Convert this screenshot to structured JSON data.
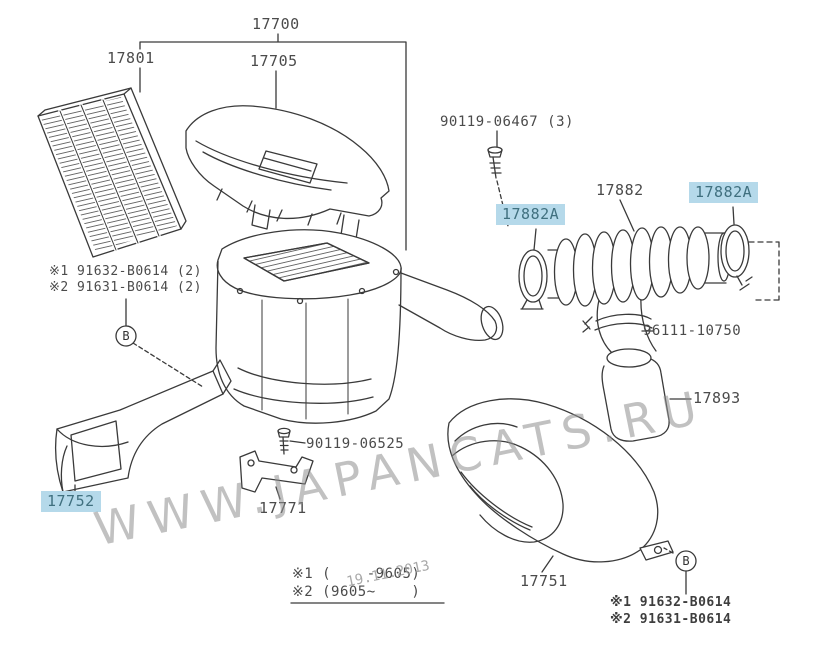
{
  "watermark": {
    "site": "WWW.JAPANCATS.RU",
    "date": "19.11.2013"
  },
  "labels": {
    "p17700": "17700",
    "p17801": "17801",
    "p17705": "17705",
    "p90119_06467": "90119-06467 (3)",
    "p17882a_left": "17882A",
    "p17882": "17882",
    "p17882a_right": "17882A",
    "note_top_line1": "※1 91632-B0614 (2)",
    "note_top_line2": "※2 91631-B0614 (2)",
    "p96111": "96111-10750",
    "p17893": "17893",
    "p90119_06525": "90119-06525",
    "p17752": "17752",
    "p17771": "17771",
    "p17751": "17751",
    "note_bottom_line1": "※1 91632-B0614",
    "note_bottom_line2": "※2 91631-B0614",
    "legend_line1": "※1 (    -9605)",
    "legend_line2": "※2 (9605~    )",
    "marker_b": "B"
  },
  "colors": {
    "highlight_bg": "#b5d9ea",
    "highlight_text": "#40707f",
    "label_text": "#4b4b4b",
    "line": "#3a3a3a"
  }
}
